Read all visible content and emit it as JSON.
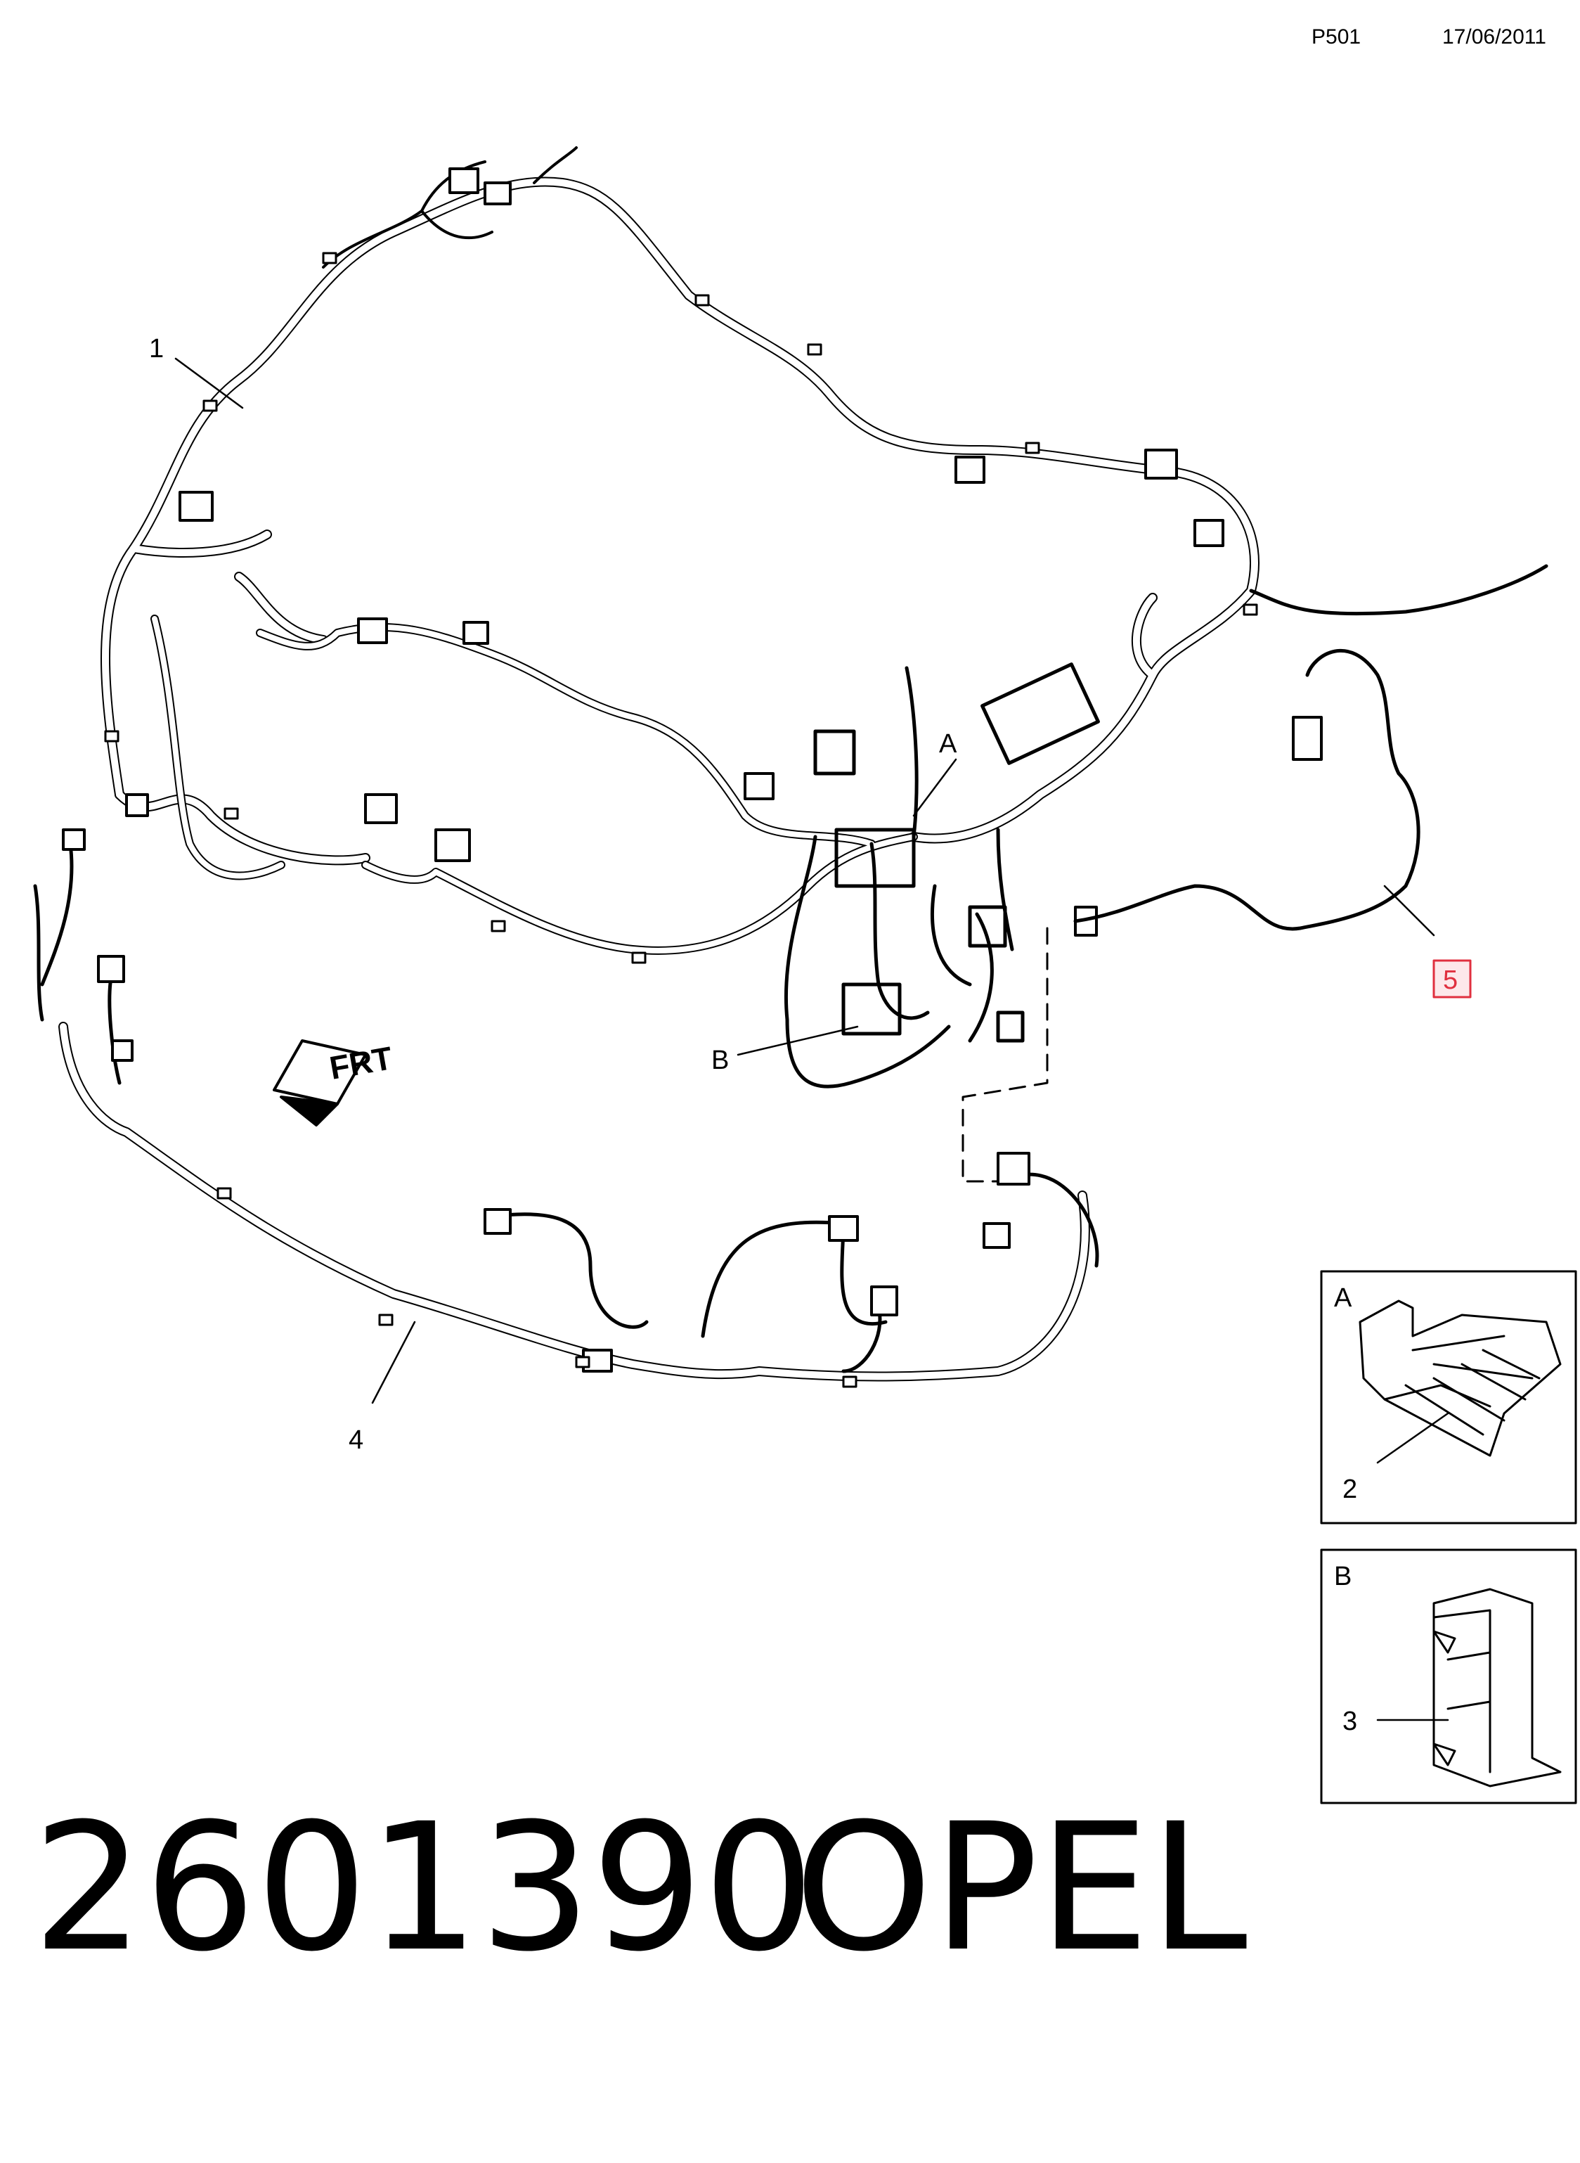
{
  "header": {
    "page_code": "P501",
    "date": "17/06/2011"
  },
  "callouts": {
    "c1": "1",
    "c2": "2",
    "c3": "3",
    "c4": "4",
    "c5": "5",
    "cA": "A",
    "cB": "B"
  },
  "details": {
    "a_label": "A",
    "b_label": "B"
  },
  "orientation": {
    "label": "FRT"
  },
  "footer": {
    "part_number": "2601390",
    "brand": "OPEL"
  },
  "colors": {
    "line": "#000000",
    "highlight": "#e0303f",
    "highlight_bg": "#fde8ea"
  }
}
